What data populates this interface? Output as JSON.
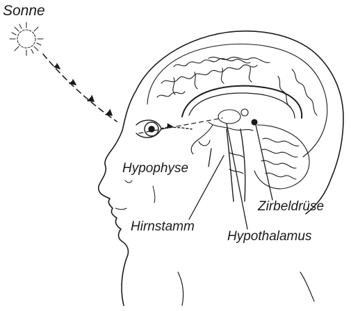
{
  "labels": {
    "sun": "Sonne",
    "pituitary": "Hypophyse",
    "pineal": "Zirbeldrüse",
    "brainstem": "Hirnstamm",
    "hypothalamus": "Hypothalamus"
  },
  "colors": {
    "ink": "#1a1a1a",
    "background": "#ffffff"
  }
}
